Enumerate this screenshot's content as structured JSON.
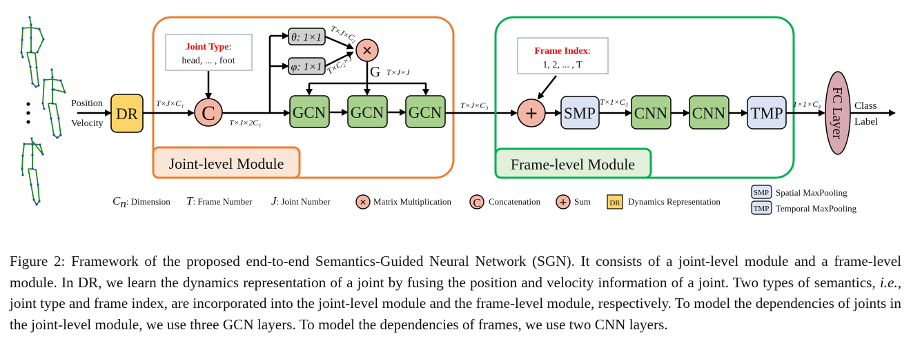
{
  "figure": {
    "inputs": {
      "position_label": "Position",
      "velocity_label": "Velocity",
      "ellipsis": "⋮"
    },
    "dr_block": {
      "label": "DR",
      "color": "#fbd568"
    },
    "dims": {
      "after_dr": "T×J×C₁",
      "after_concat": "T×J×2C₁",
      "theta_out": "T×J×C₂",
      "phi_out": "T×C₂×J",
      "g_dim": "T×J×J",
      "after_gcn": "T×J×C₃",
      "after_smp": "T×1×C₃",
      "after_tmp": "1×1×C₄"
    },
    "joint_module": {
      "title": "Joint-level Module",
      "border_color": "#ed7d31",
      "label_bg": "#fbe5d6",
      "joint_type_box": {
        "title": "Joint Type",
        "colon": ":",
        "values": "head, ... , foot"
      },
      "concat_symbol": "C",
      "theta_label": "θ: 1×1",
      "phi_label": "φ: 1×1",
      "matmul_symbol": "×",
      "g_label": "G",
      "gcn_blocks": [
        "GCN",
        "GCN",
        "GCN"
      ]
    },
    "frame_module": {
      "title": "Frame-level Module",
      "border_color": "#00b050",
      "label_bg": "#e2f0d9",
      "frame_index_box": {
        "title": "Frame Index",
        "colon": ":",
        "values": "1, 2,  ... , T"
      },
      "sum_symbol": "+",
      "smp_label": "SMP",
      "cnn_blocks": [
        "CNN",
        "CNN"
      ],
      "tmp_label": "TMP"
    },
    "fc_layer": {
      "label": "FC Layer",
      "color": "#d9a9b2"
    },
    "output": {
      "line1": "Class",
      "line2": "Label"
    },
    "colors": {
      "gcn_cnn_fill": "#a9d18e",
      "pool_fill": "#dae3f3",
      "op_fill": "#f4b6a4",
      "conv_fill": "#d0d0d0",
      "semantic_red": "#ff0000",
      "skeleton_green": "#1a8a1a",
      "joint_blue": "#2244cc"
    },
    "legend": [
      {
        "symbol": "C",
        "sub": "n",
        "text": ": Dimension"
      },
      {
        "symbol": "T",
        "text": ": Frame Number"
      },
      {
        "symbol": "J",
        "text": ": Joint Number"
      },
      {
        "icon": "×",
        "text": "Matrix Multiplication"
      },
      {
        "icon": "C",
        "text": "Concatenation"
      },
      {
        "icon": "+",
        "text": "Sum"
      },
      {
        "icon": "DR",
        "text": "Dynamics Representation"
      },
      {
        "icon": "SMP",
        "text": "Spatial MaxPooling"
      },
      {
        "icon": "TMP",
        "text": "Temporal MaxPooling"
      }
    ]
  },
  "caption": {
    "prefix": "Figure 2:  Framework of the proposed end-to-end Semantics-Guided Neural Network (SGN). It consists of a joint-level module and a frame-level module. In DR, we learn the dynamics representation of a joint by fusing the position and velocity information of a joint. Two types of semantics, ",
    "ie": "i.e.",
    "suffix": ", joint type and frame index, are incorporated into the joint-level module and the frame-level module, respectively. To model the dependencies of joints in the joint-level module, we use three GCN layers. To model the dependencies of frames, we use two CNN layers."
  }
}
